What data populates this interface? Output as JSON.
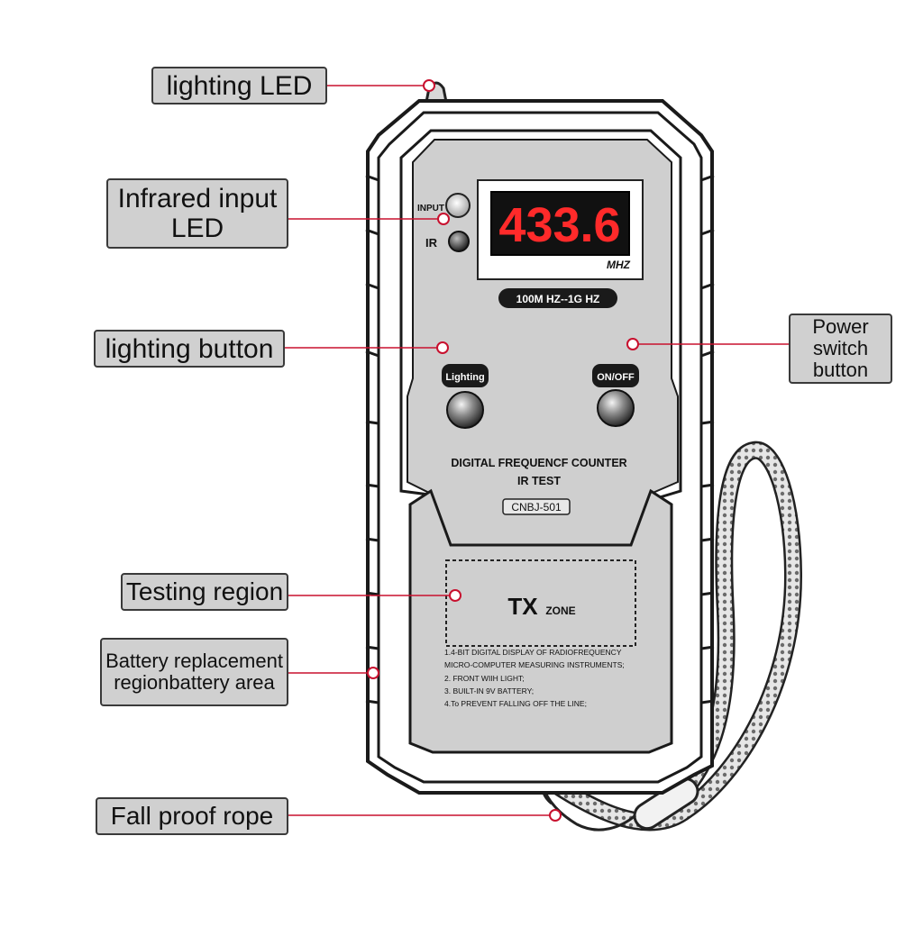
{
  "callouts": {
    "lighting_led": "lighting LED",
    "infrared_input_led": "Infrared input\nLED",
    "lighting_button": "lighting button",
    "power_switch_button": "Power switch\nbutton",
    "testing_region": "Testing region",
    "battery_area": "Battery replacement\nregionbattery area",
    "fall_proof_rope": "Fall proof rope"
  },
  "device": {
    "input_label": "INPUT",
    "ir_label": "IR",
    "display_value": "433.6",
    "display_unit": "MHZ",
    "range_label": "100M HZ--1G HZ",
    "lighting_button_label": "Lighting",
    "onoff_button_label": "ON/OFF",
    "title_line1": "DIGITAL FREQUENCF COUNTER",
    "title_line2": "IR TEST",
    "model": "CNBJ-501",
    "tx_main": "TX",
    "tx_sub": "ZONE",
    "spec_1": "1.4-BIT DIGITAL DISPLAY OF RADIOFREQUENCY",
    "spec_1b": "MICRO-COMPUTER MEASURING INSTRUMENTS;",
    "spec_2": "2. FRONT WIIH LIGHT;",
    "spec_3": "3. BUILT-IN 9V BATTERY;",
    "spec_4": "4.To PREVENT FALLING OFF THE LINE;"
  },
  "colors": {
    "leader_line": "#c8102e",
    "display_digits": "#ff2a2a",
    "label_bg": "#d0d0d0",
    "panel_bg": "#cfcfcf"
  }
}
